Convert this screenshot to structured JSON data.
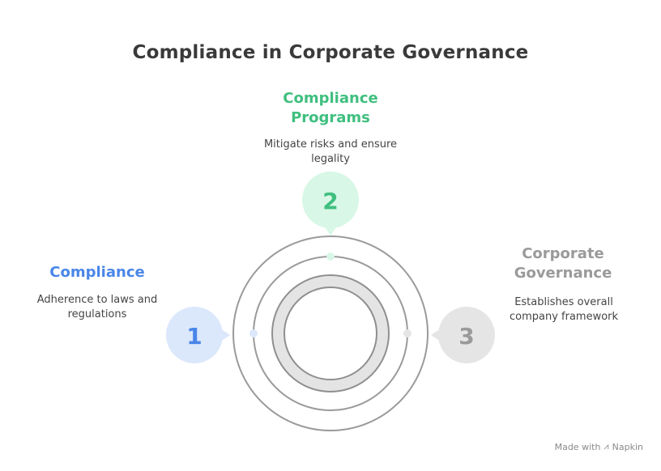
{
  "title": "Compliance in Corporate Governance",
  "items": [
    {
      "number": "1",
      "heading": "Compliance",
      "description": "Adherence to laws and regulations",
      "color": "#4a86e8",
      "fill": "#dbe7fb"
    },
    {
      "number": "2",
      "heading": "Compliance Programs",
      "description": "Mitigate risks and ensure legality",
      "color": "#3fbf7f",
      "fill": "#d8f7e6"
    },
    {
      "number": "3",
      "heading": "Corporate Governance",
      "description": "Establishes overall company framework",
      "color": "#9a9a9a",
      "fill": "#e5e5e5"
    }
  ],
  "footer": {
    "made_with": "Made with",
    "brand": "Napkin",
    "brand_icon": "napkin-logo-icon"
  },
  "colors": {
    "title": "#3a3a3a",
    "ring": "#9a9a9a",
    "core_fill": "#e4e4e4"
  }
}
